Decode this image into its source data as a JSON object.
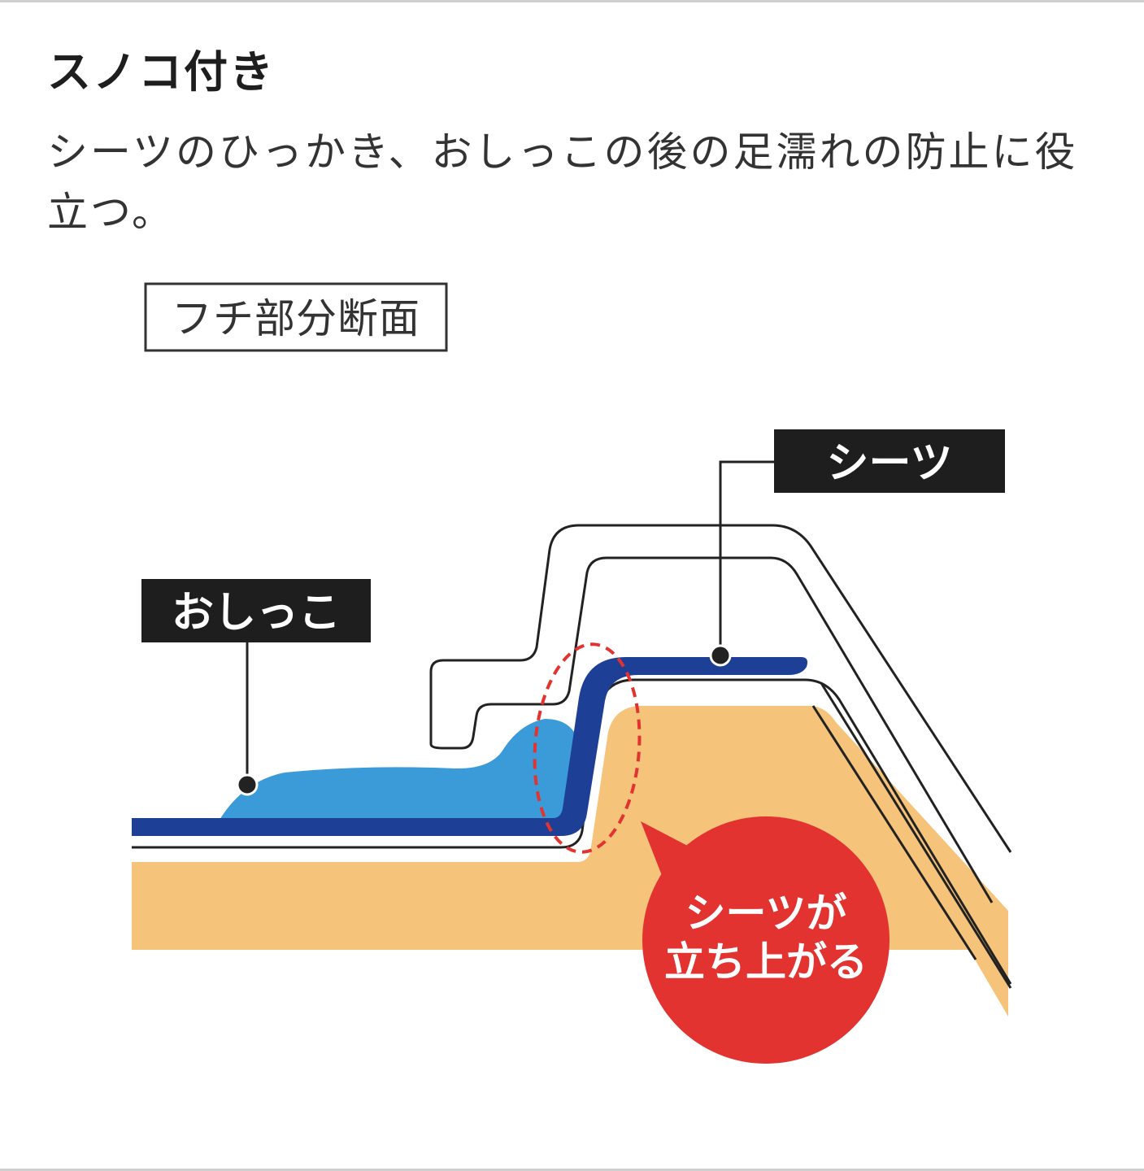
{
  "header": {
    "title": "スノコ付き",
    "description": "シーツのひっかき、おしっこの後の足濡れの防止に役立つ。"
  },
  "diagram": {
    "section_label": "フチ部分断面",
    "callout_sheet": "シーツ",
    "callout_pee": "おしっこ",
    "badge_line1": "シーツが",
    "badge_line2": "立ち上がる"
  },
  "colors": {
    "base": "#f5c37a",
    "sheet": "#1d3f95",
    "liquid": "#3b9ad8",
    "highlight": "#e23331",
    "outline": "#222222"
  }
}
